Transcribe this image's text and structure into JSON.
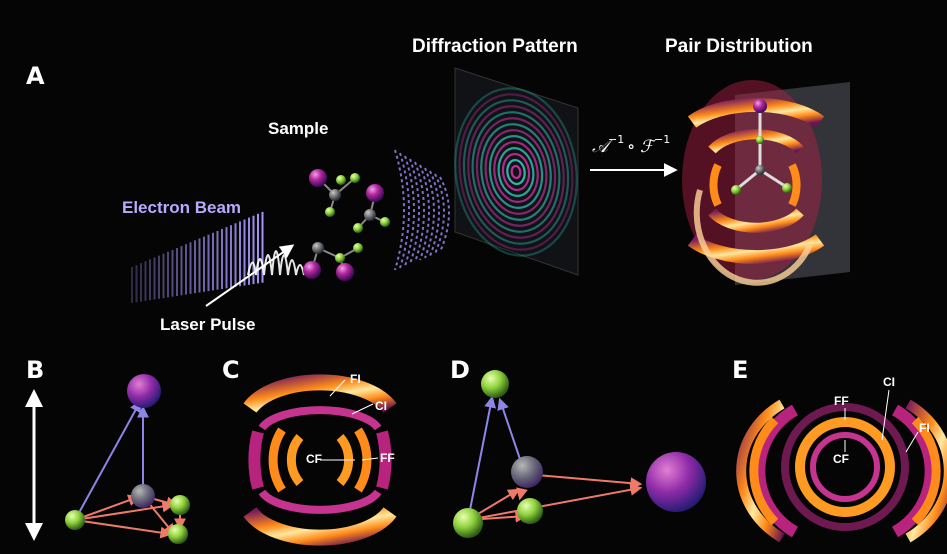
{
  "panels": {
    "a": "A",
    "b": "B",
    "c": "C",
    "d": "D",
    "e": "E"
  },
  "panel_a": {
    "diffraction_title": "Diffraction Pattern",
    "pair_title": "Pair Distribution",
    "sample_label": "Sample",
    "beam_label": "Electron Beam",
    "laser_label": "Laser Pulse",
    "operator": {
      "A": "𝒜",
      "A_sup": "−1",
      "circ": "∘",
      "F": "ℱ",
      "F_sup": "−1"
    }
  },
  "panel_c": {
    "fi": "FI",
    "ci": "CI",
    "cf": "CF",
    "ff": "FF"
  },
  "panel_e": {
    "ff": "FF",
    "ci": "CI",
    "fi": "FI",
    "cf": "CF"
  },
  "colors": {
    "background": "#050505",
    "beam_purple": "#b9a9ff",
    "fluorine_green": "#9be04a",
    "iodine_magenta": "#b1279e",
    "carbon_grey": "#6d6d6d",
    "ring_orange": "#ff8c1a",
    "ring_cyan": "#2ec9b8",
    "ring_magenta": "#cc2fa5"
  }
}
